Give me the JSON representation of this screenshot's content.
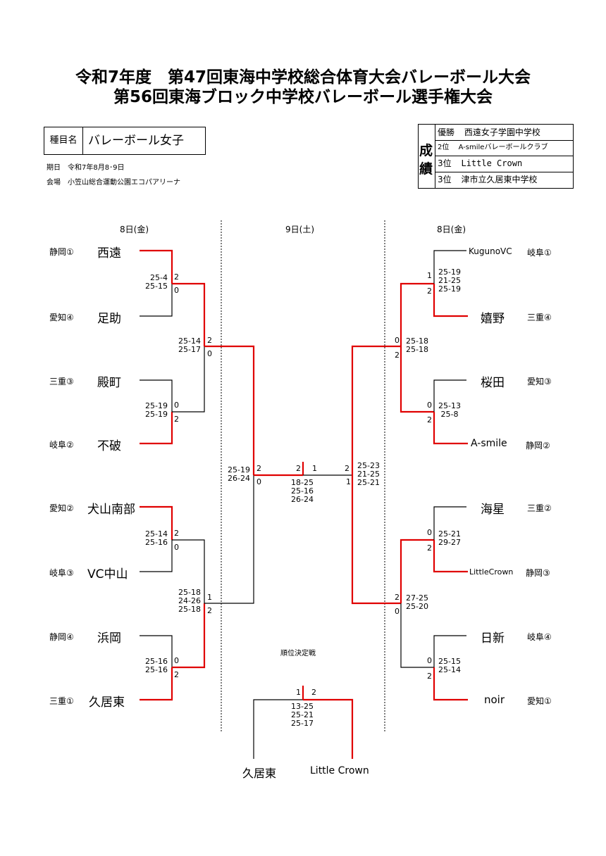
{
  "header": {
    "title_line1": "令和7年度　第47回東海中学校総合体育大会バレーボール大会",
    "title_line2": "第56回東海ブロック中学校バレーボール選手権大会"
  },
  "event": {
    "label": "種目名",
    "value": "バレーボール女子",
    "dates": "期日　令和7年8月8･9日",
    "venue": "会場　小笠山総合運動公園エコパアリーナ"
  },
  "results": {
    "label_top": "成",
    "label_bottom": "績",
    "rows": [
      {
        "rank": "優勝",
        "team": "西遠女子学園中学校"
      },
      {
        "rank": "2位",
        "team": "A-smileバレーボールクラブ"
      },
      {
        "rank": "3位",
        "team": "Little Crown"
      },
      {
        "rank": "3位",
        "team": "津市立久居東中学校"
      }
    ]
  },
  "days": {
    "left": "8日(金)",
    "center": "9日(土)",
    "right": "8日(金)"
  },
  "left_teams": [
    {
      "pref": "静岡①",
      "name": "西遠"
    },
    {
      "pref": "愛知④",
      "name": "足助"
    },
    {
      "pref": "三重③",
      "name": "殿町"
    },
    {
      "pref": "岐阜②",
      "name": "不破"
    },
    {
      "pref": "愛知②",
      "name": "犬山南部"
    },
    {
      "pref": "岐阜③",
      "name": "VC中山"
    },
    {
      "pref": "静岡④",
      "name": "浜岡"
    },
    {
      "pref": "三重①",
      "name": "久居東"
    }
  ],
  "right_teams": [
    {
      "name": "KugunoVC",
      "pref": "岐阜①"
    },
    {
      "name": "嬉野",
      "pref": "三重④"
    },
    {
      "name": "桜田",
      "pref": "愛知③"
    },
    {
      "name": "A-smile",
      "pref": "静岡②"
    },
    {
      "name": "海星",
      "pref": "三重②"
    },
    {
      "name": "LittleCrown",
      "pref": "静岡③"
    },
    {
      "name": "日新",
      "pref": "岐阜④"
    },
    {
      "name": "noir",
      "pref": "愛知①"
    }
  ],
  "left_r1": [
    {
      "scores": "25-4\n25-15",
      "top": "2",
      "bottom": "0"
    },
    {
      "scores": "25-19\n25-19",
      "top": "0",
      "bottom": "2"
    },
    {
      "scores": "25-14\n25-16",
      "top": "2",
      "bottom": "0"
    },
    {
      "scores": "25-16\n25-16",
      "top": "0",
      "bottom": "2"
    }
  ],
  "left_r2": [
    {
      "scores": "25-14\n25-17",
      "top": "2",
      "bottom": "0"
    },
    {
      "scores": "25-18\n24-26\n25-18",
      "top": "1",
      "bottom": "2"
    }
  ],
  "left_semi": {
    "scores": "25-19\n26-24",
    "top": "2",
    "bottom": "0"
  },
  "right_r1": [
    {
      "scores": "25-19\n21-25\n25-19",
      "top": "1",
      "bottom": "2"
    },
    {
      "scores": "25-13\n25-8",
      "top": "0",
      "bottom": "2"
    },
    {
      "scores": "25-21\n29-27",
      "top": "0",
      "bottom": "2"
    },
    {
      "scores": "25-15\n25-14",
      "top": "0",
      "bottom": "2"
    }
  ],
  "right_r2": [
    {
      "scores": "25-18\n25-18",
      "top": "0",
      "bottom": "2"
    },
    {
      "scores": "27-25\n25-20",
      "top": "2",
      "bottom": "0"
    }
  ],
  "right_semi": {
    "scores": "25-23\n21-25\n25-21",
    "top": "2",
    "bottom": "1"
  },
  "final": {
    "left_sets": "2",
    "right_sets": "1",
    "scores": "18-25\n25-16\n26-24"
  },
  "placement": {
    "label": "順位決定戦",
    "left_sets": "1",
    "right_sets": "2",
    "scores": "13-25\n25-21\n25-17",
    "left_team": "久居東",
    "right_team": "Little Crown"
  }
}
